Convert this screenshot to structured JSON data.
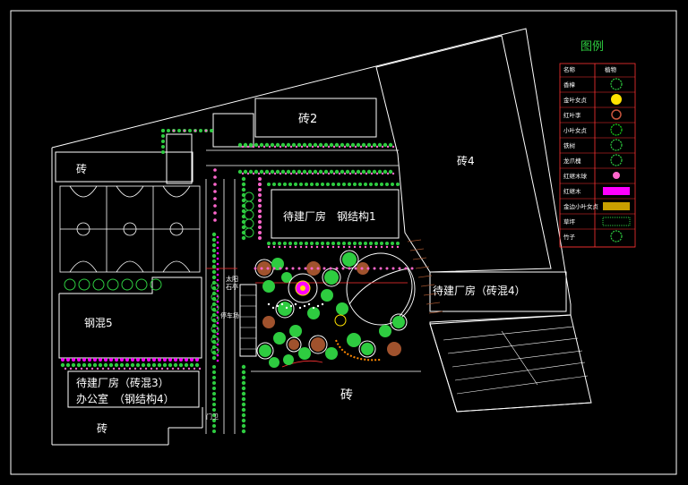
{
  "buildings": {
    "zhuan2": "砖2",
    "zhuan_top_left": "砖",
    "zhuan4": "砖4",
    "daijian_gang1": "待建厂房　钢结构1",
    "daijian_zhuanhun4": "待建厂房（砖混4）",
    "ganghun5": "钢混5",
    "daijian_zhuanhun3": "待建厂房（砖混3）",
    "office_gang4": "办公室　（钢结构4）",
    "zhuan_bottom_left": "砖",
    "zhuan_bottom_center": "砖",
    "gate": "门卫",
    "parking": "停车场",
    "notes_a": "太阳",
    "notes_b": "石亭"
  },
  "legend": {
    "title": "图例",
    "header_name": "名称",
    "header_symbol": "植物",
    "items": [
      {
        "name": "香樟",
        "icon": "round-tree",
        "color": "#2ecc40"
      },
      {
        "name": "金叶女贞",
        "icon": "yellow-shrub",
        "color": "#ffe100"
      },
      {
        "name": "红叶李",
        "icon": "red-ring-tree",
        "color": "#c8553d"
      },
      {
        "name": "小叶女贞",
        "icon": "green-disc",
        "color": "#19d219"
      },
      {
        "name": "铁树",
        "icon": "star-tree",
        "color": "#2ecc40"
      },
      {
        "name": "龙爪槐",
        "icon": "scribble-tree",
        "color": "#2ecc40"
      },
      {
        "name": "红继木球",
        "icon": "pink-ball",
        "color": "#ff66cc"
      },
      {
        "name": "红继木",
        "icon": "magenta-bar",
        "color": "#ff00ff"
      },
      {
        "name": "金边小叶女贞",
        "icon": "gold-bar",
        "color": "#c8a000"
      },
      {
        "name": "草坪",
        "icon": "lawn-hatch",
        "color": "#2ecc40"
      },
      {
        "name": "竹子",
        "icon": "bamboo",
        "color": "#2ecc40"
      }
    ]
  },
  "colors": {
    "line": "#ffffff",
    "tree": "#2ecc40",
    "pink": "#ff66cc",
    "magenta": "#ff00ff",
    "red": "#ff3333",
    "gold": "#c8a000",
    "brown": "#a0522d"
  }
}
